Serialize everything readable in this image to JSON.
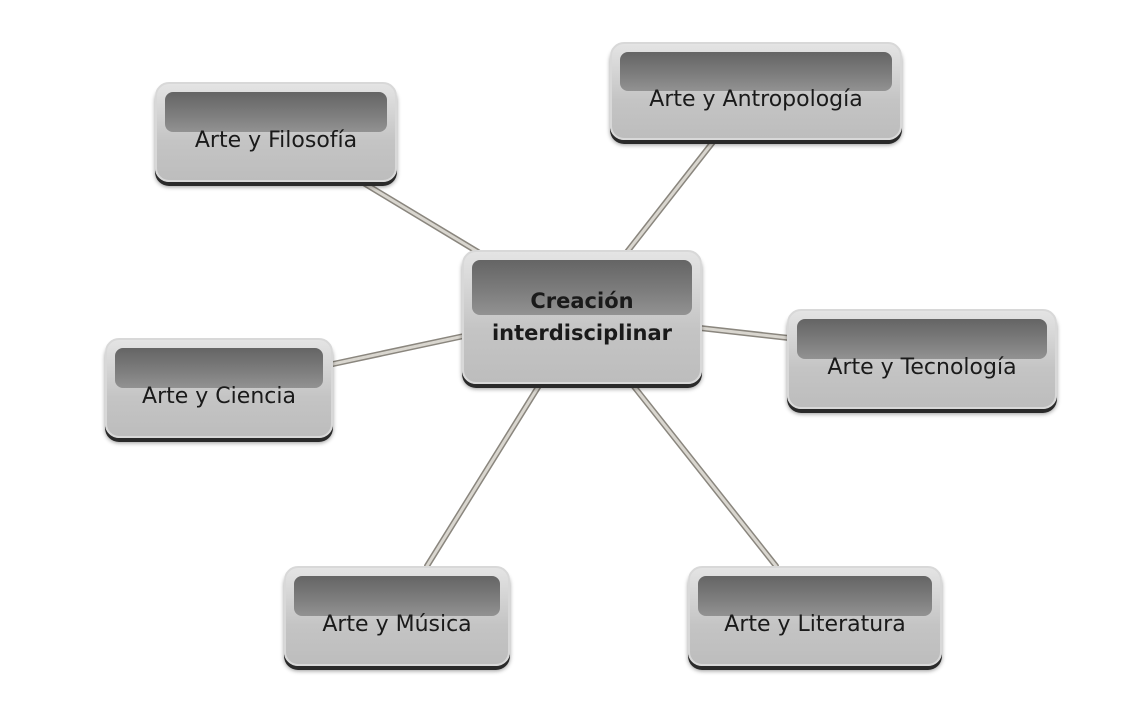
{
  "diagram": {
    "center": "Creación interdisciplinar",
    "center_lines": [
      "Creación",
      "interdisciplinar"
    ],
    "nodes": [
      {
        "id": "filosofia",
        "label": "Arte y Filosofía"
      },
      {
        "id": "antropologia",
        "label": "Arte y Antropología"
      },
      {
        "id": "tecnologia",
        "label": "Arte y Tecnología"
      },
      {
        "id": "ciencia",
        "label": "Arte y Ciencia"
      },
      {
        "id": "musica",
        "label": "Arte y Música"
      },
      {
        "id": "literatura",
        "label": "Arte y Literatura"
      }
    ],
    "colors": {
      "link": "#b9b5ad",
      "box": "#c8c8c8",
      "header": "#666666"
    }
  }
}
